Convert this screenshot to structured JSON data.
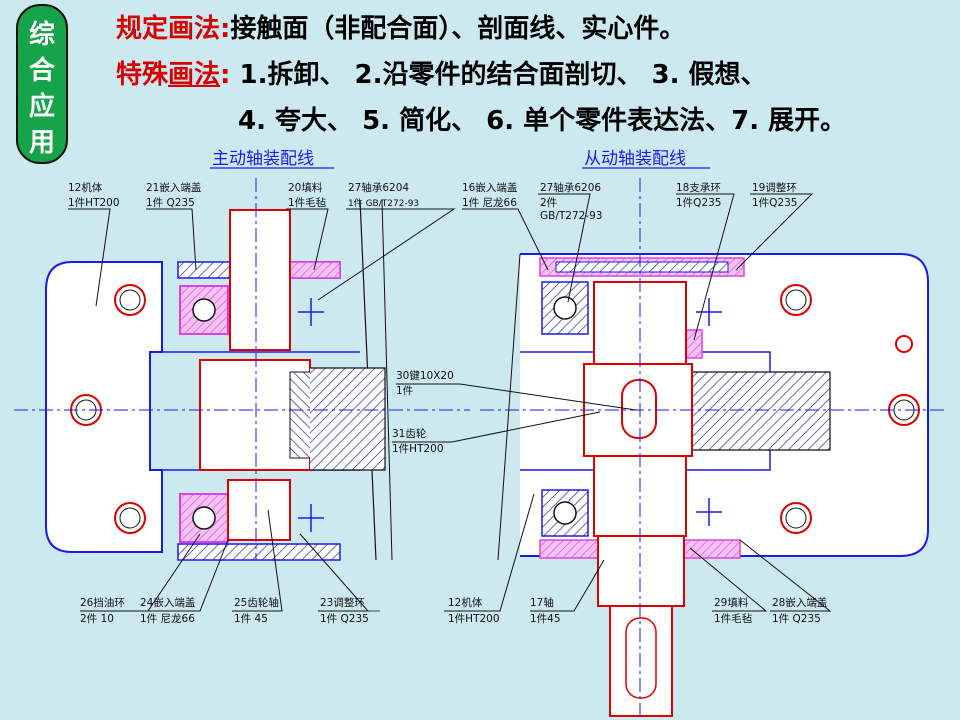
{
  "badge": {
    "chars": [
      "综",
      "合",
      "应",
      "用"
    ]
  },
  "header": {
    "line1_label": "规定画法:",
    "line1_text": "接触面（非配合面）、剖面线、实心件。",
    "line2_label_a": "特殊",
    "line2_label_b": "画法",
    "line2_colon": ":",
    "line2_text": "1.拆卸、 2.沿零件的结合面剖切、  3. 假想、",
    "line3_text": "4. 夸大、  5. 简化、 6. 单个零件表达法、7. 展开。"
  },
  "titles": {
    "left": "主动轴装配线",
    "right": "从动轴装配线"
  },
  "parts": {
    "p12a": {
      "name": "12机体",
      "spec": "1件HT200"
    },
    "p21": {
      "name": "21嵌入端盖",
      "spec": "1件  Q235"
    },
    "p20": {
      "name": "20填料",
      "spec": "1件毛毡"
    },
    "p27a": {
      "name": "27轴承6204",
      "spec": "1件 GB/T272-93"
    },
    "p16": {
      "name": "16嵌入端盖",
      "spec": "1件  尼龙66"
    },
    "p27b": {
      "name": "27轴承6206",
      "spec": "2件",
      "std": "GB/T272-93"
    },
    "p18": {
      "name": "18支承环",
      "spec": "1件Q235"
    },
    "p19": {
      "name": "19调整环",
      "spec": "1件Q235"
    },
    "p30": {
      "name": "30键10X20",
      "spec": "1件"
    },
    "p31": {
      "name": "31齿轮",
      "spec": "1件HT200"
    },
    "p26": {
      "name": "26挡油环",
      "spec": "2件  10"
    },
    "p24": {
      "name": "24嵌入端盖",
      "spec": "1件  尼龙66"
    },
    "p25": {
      "name": "25齿轮轴",
      "spec": "1件  45"
    },
    "p23": {
      "name": "23调整环",
      "spec": "1件  Q235"
    },
    "p12b": {
      "name": "12机体",
      "spec": "1件HT200"
    },
    "p17": {
      "name": "17轴",
      "spec": "1件45"
    },
    "p29": {
      "name": "29填料",
      "spec": "1件毛毡"
    },
    "p28": {
      "name": "28嵌入端盖",
      "spec": "1件  Q235"
    }
  },
  "colors": {
    "background": "#cde9f0",
    "badge": "#16a34a",
    "label_red": "#d90000",
    "line_red": "#e00000",
    "line_blue": "#1a1aee",
    "magenta": "#e040e0",
    "hatch": "#2b2b9e"
  }
}
